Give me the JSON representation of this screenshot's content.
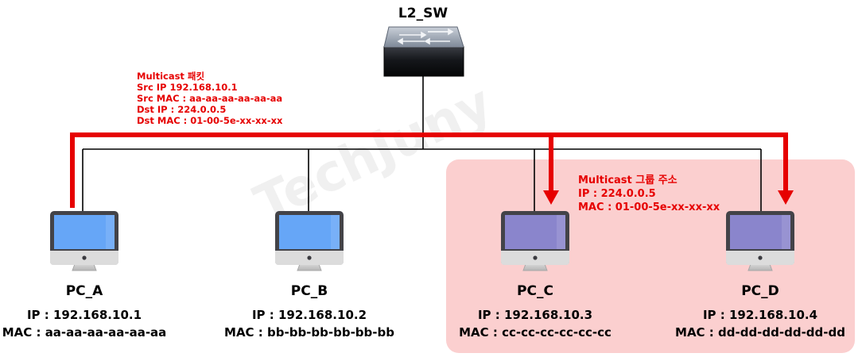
{
  "colors": {
    "highlight": "#e60000",
    "group_bg": "#fbcfcf",
    "pc_screen_normal": "#66a6f7",
    "pc_screen_group": "#8a85cc",
    "line": "#000000"
  },
  "switch": {
    "name": "L2_SW",
    "icon": "switch-icon"
  },
  "multicast_packet": {
    "title": "Multicast 패킷",
    "src_ip": "Src IP 192.168.10.1",
    "src_mac": "Src MAC : aa-aa-aa-aa-aa-aa",
    "dst_ip": "Dst IP : 224.0.0.5",
    "dst_mac": "Dst MAC : 01-00-5e-xx-xx-xx"
  },
  "multicast_group": {
    "title": "Multicast 그룹 주소",
    "ip": "IP : 224.0.0.5",
    "mac": "MAC : 01-00-5e-xx-xx-xx"
  },
  "watermark": "TechJuny",
  "pcs": [
    {
      "name": "PC_A",
      "ip": "IP : 192.168.10.1",
      "mac": "MAC : aa-aa-aa-aa-aa-aa",
      "in_group": false,
      "icon": "monitor-icon"
    },
    {
      "name": "PC_B",
      "ip": "IP : 192.168.10.2",
      "mac": "MAC : bb-bb-bb-bb-bb-bb",
      "in_group": false,
      "icon": "monitor-icon"
    },
    {
      "name": "PC_C",
      "ip": "IP : 192.168.10.3",
      "mac": "MAC : cc-cc-cc-cc-cc-cc",
      "in_group": true,
      "icon": "monitor-icon"
    },
    {
      "name": "PC_D",
      "ip": "IP : 192.168.10.4",
      "mac": "MAC : dd-dd-dd-dd-dd-dd",
      "in_group": true,
      "icon": "monitor-icon"
    }
  ]
}
